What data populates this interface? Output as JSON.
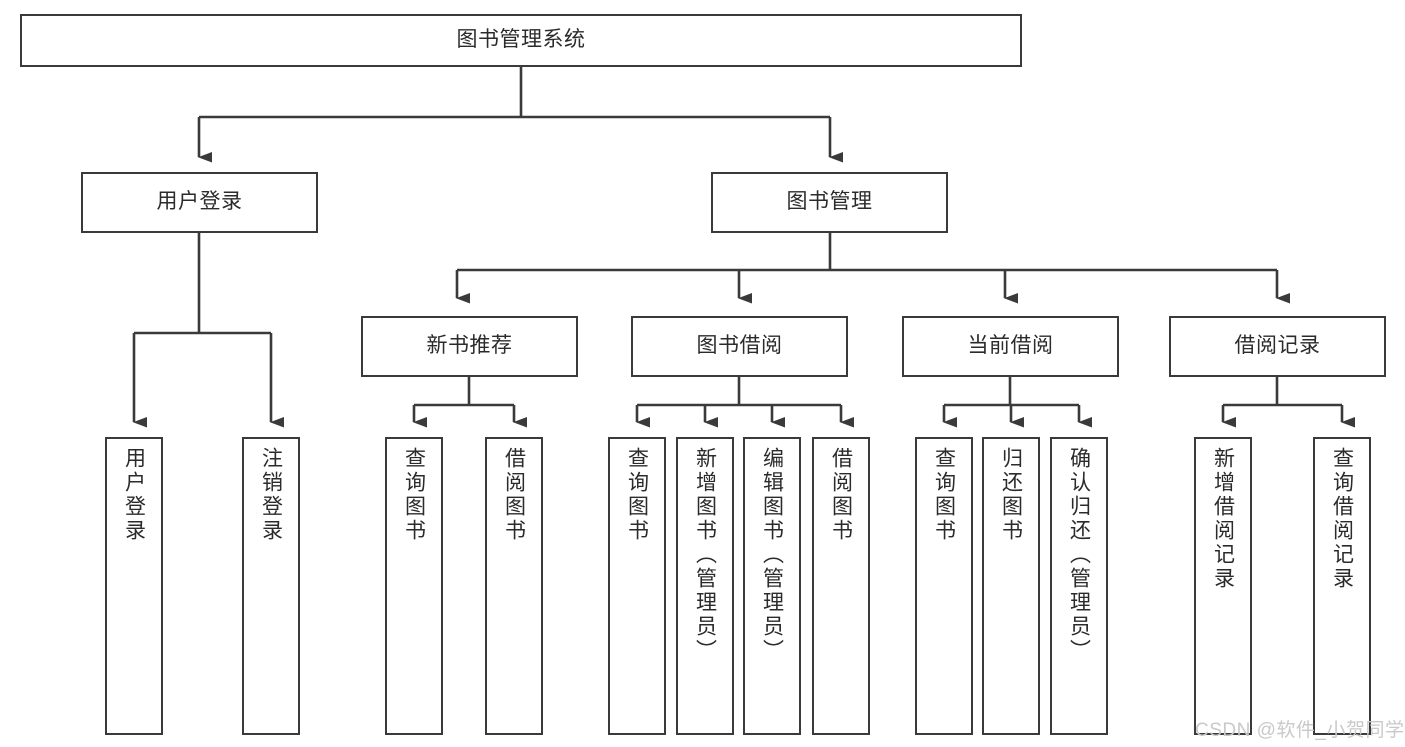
{
  "diagram": {
    "title": "图书管理系统",
    "type": "tree-hierarchy-chart",
    "colors": {
      "box_stroke": "#3a3a3a",
      "box_fill": "#ffffff",
      "edge": "#3a3a3a",
      "text": "#2b2b2b",
      "watermark": "#c9c9c9",
      "background": "#ffffff"
    },
    "root": {
      "label": "图书管理系统"
    },
    "level2": [
      {
        "label": "用户登录"
      },
      {
        "label": "图书管理"
      }
    ],
    "level3": [
      {
        "label": "新书推荐"
      },
      {
        "label": "图书借阅"
      },
      {
        "label": "当前借阅"
      },
      {
        "label": "借阅记录"
      }
    ],
    "leaves": {
      "user_login": [
        {
          "label": "用户登录"
        },
        {
          "label": "注销登录"
        }
      ],
      "new_book": [
        {
          "label": "查询图书"
        },
        {
          "label": "借阅图书"
        }
      ],
      "book_borrow": [
        {
          "label": "查询图书"
        },
        {
          "label": "新增图书（管理员）"
        },
        {
          "label": "编辑图书（管理员）"
        },
        {
          "label": "借阅图书"
        }
      ],
      "current_borrow": [
        {
          "label": "查询图书"
        },
        {
          "label": "归还图书"
        },
        {
          "label": "确认归还（管理员）"
        }
      ],
      "borrow_record": [
        {
          "label": "新增借阅记录"
        },
        {
          "label": "查询借阅记录"
        }
      ]
    }
  },
  "watermark": {
    "text": "CSDN @软件_小贺同学"
  }
}
